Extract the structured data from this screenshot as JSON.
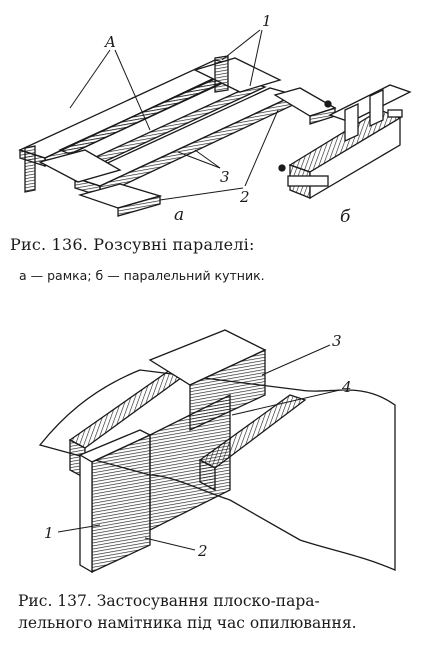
{
  "fig136": {
    "labels": {
      "a_upper": "A",
      "n1": "1",
      "n2": "2",
      "n3": "3",
      "sub_a": "a",
      "sub_b": "б"
    },
    "caption_title": "Рис. 136. Розсувні паралелі:",
    "caption_legend": "а — рамка; б — паралельний кутник."
  },
  "fig137": {
    "labels": {
      "n1": "1",
      "n2": "2",
      "n3": "3",
      "n4": "4"
    },
    "caption_line1": "Рис. 137. Застосування плоско-пара-",
    "caption_line2": "лельного намітника під час опилювання."
  }
}
